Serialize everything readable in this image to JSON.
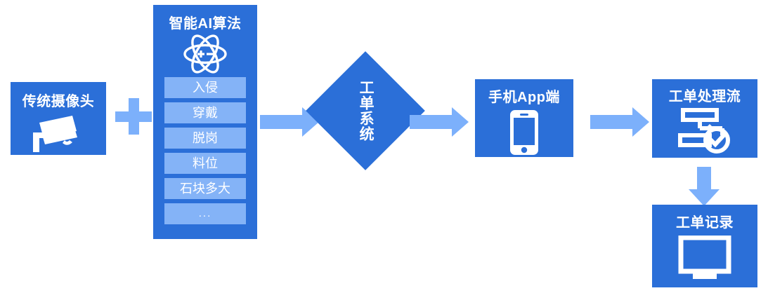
{
  "diagram": {
    "title": "AI video analytics work-order flow",
    "colors": {
      "node_blue": "#2b6fd8",
      "arrow_blue": "#7cb0fb",
      "list_item_blue": "#84b3f7",
      "text_white": "#ffffff",
      "background": "#ffffff"
    },
    "nodes": {
      "camera": {
        "label": "传统摄像头",
        "icon": "cctv-camera-icon"
      },
      "plus": {
        "label": "+",
        "icon": "plus-icon"
      },
      "ai": {
        "label": "智能AI算法",
        "icon": "atom-icon",
        "items": [
          {
            "label": "入侵"
          },
          {
            "label": "穿戴"
          },
          {
            "label": "脱岗"
          },
          {
            "label": "料位"
          },
          {
            "label": "石块多大"
          },
          {
            "label": "..."
          }
        ]
      },
      "order_system": {
        "label": "工单系统",
        "shape": "diamond"
      },
      "mobile_app": {
        "label": "手机App端",
        "icon": "smartphone-icon"
      },
      "order_flow": {
        "label": "工单处理流",
        "icon": "workflow-check-icon"
      },
      "order_record": {
        "label": "工单记录",
        "icon": "monitor-icon"
      }
    },
    "connectors": [
      {
        "name": "ai-to-order-system",
        "direction": "right"
      },
      {
        "name": "order-system-to-mobile-app",
        "direction": "right"
      },
      {
        "name": "mobile-app-to-order-flow",
        "direction": "right"
      },
      {
        "name": "order-flow-to-order-record",
        "direction": "down"
      }
    ]
  }
}
